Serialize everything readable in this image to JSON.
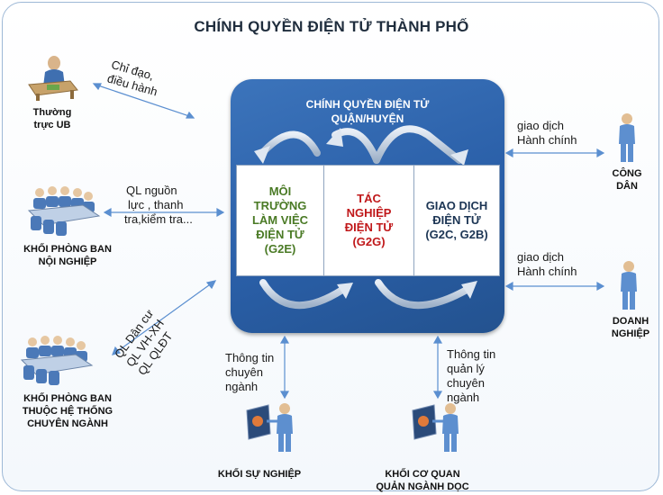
{
  "title": "CHÍNH QUYỀN ĐIỆN TỬ THÀNH PHỐ",
  "core": {
    "title_line1": "CHÍNH QUYỀN ĐIỆN TỬ",
    "title_line2": "QUẬN/HUYỆN",
    "boxes": [
      {
        "lines": [
          "MÔI",
          "TRƯỜNG",
          "LÀM VIỆC",
          "ĐIỆN TỬ",
          "(G2E)"
        ],
        "color": "#4a7a25"
      },
      {
        "lines": [
          "TÁC",
          "NGHIỆP",
          "ĐIỆN TỬ",
          "(G2G)"
        ],
        "color": "#c0181a"
      },
      {
        "lines": [
          "GIAO DỊCH",
          "ĐIỆN TỬ",
          "(G2C, G2B)"
        ],
        "color": "#1c3554"
      }
    ]
  },
  "nodes": {
    "thuong_truc": [
      "Thường",
      "trực UB"
    ],
    "khoi_noi_nghiep": [
      "KHỐI PHÒNG BAN",
      "NỘI NGHIỆP"
    ],
    "khoi_chuyen_nganh": [
      "KHỐI PHÒNG BAN",
      "THUỘC HỆ THỐNG",
      "CHUYÊN NGÀNH"
    ],
    "cong_dan": [
      "CÔNG",
      "DÂN"
    ],
    "doanh_nghiep": [
      "DOANH",
      "NGHIỆP"
    ],
    "khoi_su_nghiep": [
      "KHỐI SỰ NGHIỆP"
    ],
    "khoi_co_quan": [
      "KHỐI CƠ QUAN",
      "QUẢN NGÀNH DỌC"
    ]
  },
  "links": {
    "chi_dao": [
      "Chỉ đạo,",
      "điều hành"
    ],
    "ql_nguon_luc": [
      "QL nguồn",
      "lực , thanh",
      "tra,kiểm tra..."
    ],
    "ql_chuyen_nganh": [
      "QL  Dân cư",
      "QL  VH-XH",
      "QL QLĐT"
    ],
    "giao_dich_1": [
      "giao dịch",
      "Hành chính"
    ],
    "giao_dich_2": [
      "giao dịch",
      "Hành chính"
    ],
    "thong_tin_1": [
      "Thông tin",
      "chuyên",
      "ngành"
    ],
    "thong_tin_2": [
      "Thông tin",
      "quản lý",
      "chuyên",
      "ngành"
    ]
  },
  "colors": {
    "core_blue": "#2f67b0",
    "arrow_line": "#5b8fd0",
    "g2e": "#4a7a25",
    "g2g": "#c0181a",
    "g2c": "#1c3554"
  },
  "icons": [
    "desk-worker-icon",
    "meeting-group-icon",
    "standing-person-icon",
    "presenter-board-icon",
    "cycle-arrow-icon"
  ]
}
